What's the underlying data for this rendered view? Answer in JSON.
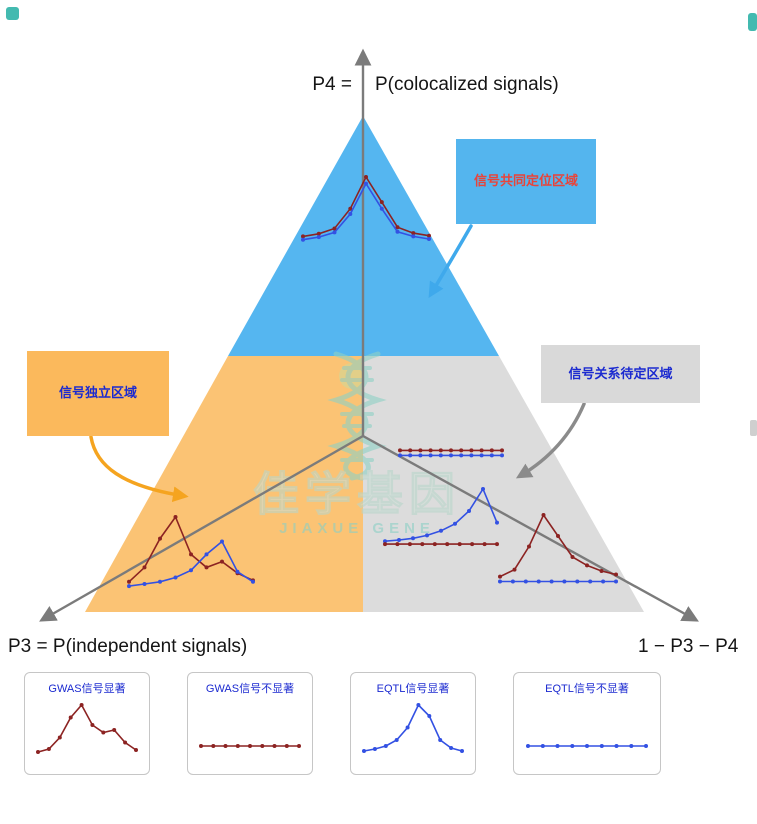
{
  "colors": {
    "region_colocalized": "#55b6f0",
    "region_independent": "#fbc374",
    "region_undetermined": "#dcdcdc",
    "callout_coloc_bg": "#54b5ee",
    "callout_independent_bg": "#fbb95c",
    "callout_undetermined_bg": "#d9d9d9",
    "gwas_series": "#8c2322",
    "eqtl_series": "#3351e3",
    "axis": "#7b7b7b",
    "callout_text_red": "#e8443a",
    "callout_text_blue": "#1b2ad0",
    "watermark_teal": "#8ed1c5"
  },
  "axes": {
    "p4_prefix": "P4  =",
    "p4_label": "P(colocalized signals)",
    "p3_label": "P3 = P(independent signals)",
    "remainder_label": "1 − P3 − P4"
  },
  "callouts": {
    "coloc": {
      "label": "信号共同定位区域"
    },
    "independent": {
      "label": "信号独立区域"
    },
    "undetermined": {
      "label": "信号关系待定区域"
    }
  },
  "watermark": {
    "cn": "佳学基因",
    "en": "JIAXUE GENE"
  },
  "plots": {
    "coloc": {
      "series": [
        {
          "name": "GWAS",
          "color": "#8c2322",
          "y": [
            0.1,
            0.14,
            0.22,
            0.52,
            1.0,
            0.62,
            0.24,
            0.15,
            0.11
          ]
        },
        {
          "name": "eQTL",
          "color": "#3351e3",
          "y": [
            0.05,
            0.09,
            0.16,
            0.44,
            0.9,
            0.52,
            0.17,
            0.1,
            0.06
          ]
        }
      ]
    },
    "flat_pair": {
      "series": [
        {
          "name": "GWAS",
          "color": "#8c2322",
          "y": [
            0.72,
            0.72,
            0.72,
            0.72,
            0.72,
            0.72,
            0.72,
            0.72,
            0.72,
            0.72,
            0.72
          ]
        },
        {
          "name": "eQTL",
          "color": "#3351e3",
          "y": [
            0.3,
            0.3,
            0.3,
            0.3,
            0.3,
            0.3,
            0.3,
            0.3,
            0.3,
            0.3,
            0.3
          ]
        }
      ]
    },
    "eqtl_peak": {
      "series": [
        {
          "name": "eQTL",
          "color": "#3351e3",
          "y": [
            0.1,
            0.12,
            0.15,
            0.2,
            0.28,
            0.4,
            0.62,
            1.0,
            0.42
          ]
        },
        {
          "name": "GWAS",
          "color": "#8c2322",
          "y": [
            0.05,
            0.05,
            0.05,
            0.05,
            0.05,
            0.05,
            0.05,
            0.05,
            0.05,
            0.05
          ]
        }
      ]
    },
    "gwas_peak": {
      "series": [
        {
          "name": "GWAS",
          "color": "#8c2322",
          "y": [
            0.12,
            0.22,
            0.55,
            1.0,
            0.7,
            0.4,
            0.28,
            0.2,
            0.15
          ]
        },
        {
          "name": "eQTL",
          "color": "#3351e3",
          "y": [
            0.05,
            0.05,
            0.05,
            0.05,
            0.05,
            0.05,
            0.05,
            0.05,
            0.05,
            0.05
          ]
        }
      ]
    },
    "independent": {
      "series": [
        {
          "name": "GWAS",
          "color": "#8c2322",
          "y": [
            0.1,
            0.3,
            0.7,
            1.0,
            0.48,
            0.3,
            0.38,
            0.22,
            0.12
          ]
        },
        {
          "name": "eQTL",
          "color": "#3351e3",
          "y": [
            0.04,
            0.07,
            0.1,
            0.16,
            0.26,
            0.48,
            0.66,
            0.24,
            0.1
          ]
        }
      ]
    }
  },
  "legend": {
    "items": [
      {
        "label": "GWAS信号显著",
        "plot": {
          "series": [
            {
              "color": "#8c2322",
              "y": [
                0.06,
                0.12,
                0.35,
                0.75,
                1.0,
                0.6,
                0.45,
                0.5,
                0.25,
                0.1
              ]
            }
          ]
        }
      },
      {
        "label": "GWAS信号不显著",
        "plot": {
          "series": [
            {
              "color": "#8c2322",
              "y": [
                0.18,
                0.18,
                0.18,
                0.18,
                0.18,
                0.18,
                0.18,
                0.18,
                0.18
              ]
            }
          ]
        }
      },
      {
        "label": "EQTL信号显著",
        "plot": {
          "series": [
            {
              "color": "#3351e3",
              "y": [
                0.08,
                0.12,
                0.18,
                0.3,
                0.55,
                1.0,
                0.78,
                0.3,
                0.14,
                0.08
              ]
            }
          ]
        }
      },
      {
        "label": "EQTL信号不显著",
        "plot": {
          "series": [
            {
              "color": "#3351e3",
              "y": [
                0.18,
                0.18,
                0.18,
                0.18,
                0.18,
                0.18,
                0.18,
                0.18,
                0.18
              ]
            }
          ]
        }
      }
    ]
  }
}
